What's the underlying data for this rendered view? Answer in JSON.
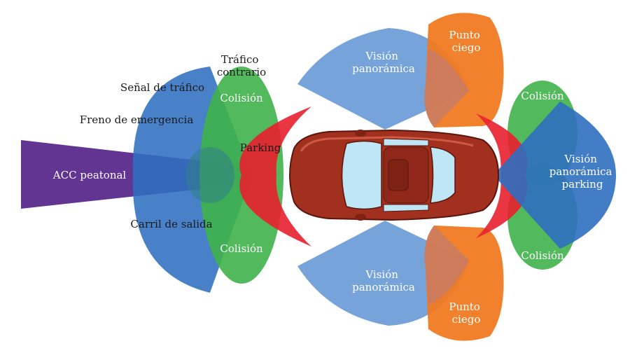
{
  "zones": {
    "acc_peatonal": "ACC peatonal",
    "senal_trafico": "Señal de tráfico",
    "freno_emergencia": "Freno de emergencia",
    "trafico_contrario": [
      "Tráfico",
      "contrario"
    ],
    "carril_salida": "Carril de salida",
    "colision_front_top": "Colisión",
    "colision_front_bottom": "Colisión",
    "parking": "Parking",
    "vision_top": [
      "Visión",
      "panorámica"
    ],
    "vision_bottom": [
      "Visión",
      "panorámica"
    ],
    "punto_ciego_top": [
      "Punto",
      "ciego"
    ],
    "punto_ciego_bottom": [
      "Punto",
      "ciego"
    ],
    "colision_rear_top": "Colisión",
    "colision_rear_bottom": "Colisión",
    "vision_parking": [
      "Visión",
      "panorámica",
      "parking"
    ]
  },
  "colors": {
    "acc": "#5b2a8c",
    "blue_dark": "#2f6fc0",
    "blue_light": "#6f9fd8",
    "green": "#3fb24a",
    "red": "#e8202f",
    "orange": "#f07a22",
    "car_body": "#a1301f",
    "glass": "#bfe6f5"
  }
}
